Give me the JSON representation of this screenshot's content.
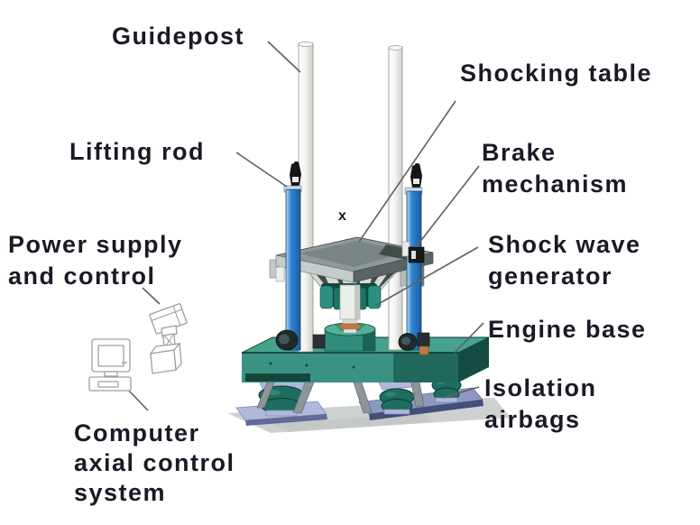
{
  "figure": {
    "type": "labeled-diagram",
    "subject": "Shock test machine structure",
    "marker": "x"
  },
  "labels": {
    "guidepost": {
      "text": "Guidepost"
    },
    "shocking_table": {
      "text": "Shocking table"
    },
    "lifting_rod": {
      "text": "Lifting rod"
    },
    "brake_mechanism": {
      "text": "Brake\nmechanism"
    },
    "power_supply": {
      "text": "Power supply\nand control"
    },
    "shock_wave_generator": {
      "text": "Shock wave\ngenerator"
    },
    "engine_base": {
      "text": "Engine base"
    },
    "isolation_airbags": {
      "text": "Isolation\nairbags"
    },
    "computer_system": {
      "text": "Computer\naxial control\nsystem"
    }
  },
  "icons": {
    "computer": "desktop-computer-line-art",
    "control_device": "power-control-unit-line-art"
  },
  "colors": {
    "label_text": "#1a1a26",
    "leader_line": "#606060",
    "machine_teal": "#3a9282",
    "machine_teal_top": "#46a28d",
    "machine_teal_dark": "#154b40",
    "airbag_teal": "#1e6e5f",
    "rod_blue": "#2e85d5",
    "rod_blue_dark": "#15426b",
    "plate_lavender": "#b0b9dc",
    "plate_lavender_dark": "#5f6b99",
    "metal_light": "#f2f2ef",
    "table_gray": "#8f9999",
    "orange_accent": "#bf7a41",
    "icon_line": "#9aa0a2"
  }
}
